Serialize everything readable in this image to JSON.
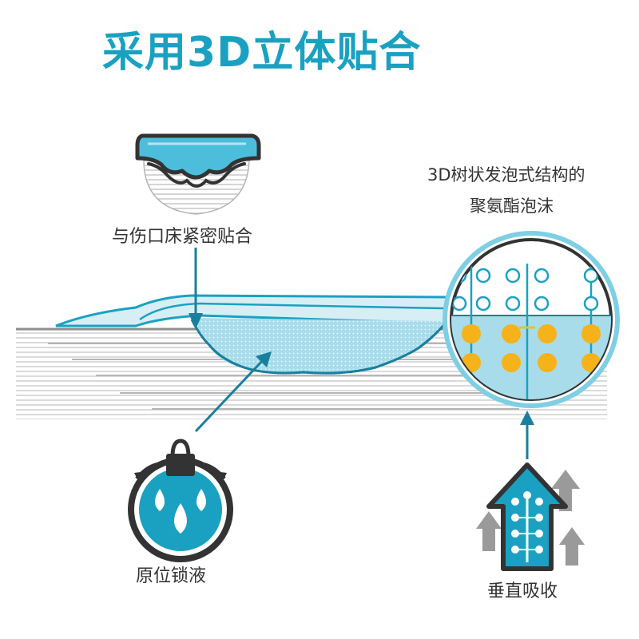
{
  "title": "采用3D立体贴合",
  "labels": {
    "fit": "与伤口床紧密贴合",
    "foam_line1": "3D树状发泡式结构的",
    "foam_line2": "聚氨酯泡沫",
    "lock": "原位锁液",
    "vertical": "垂直吸收"
  },
  "colors": {
    "accent": "#1aa1c2",
    "light_blue": "#a9dcea",
    "dark": "#333333",
    "gray": "#9a9a9a",
    "yellow": "#f5b21a"
  },
  "icons": [
    "dressing-fit-icon",
    "lock-droplets-icon",
    "vertical-arrow-icon",
    "foam-magnifier-icon"
  ]
}
